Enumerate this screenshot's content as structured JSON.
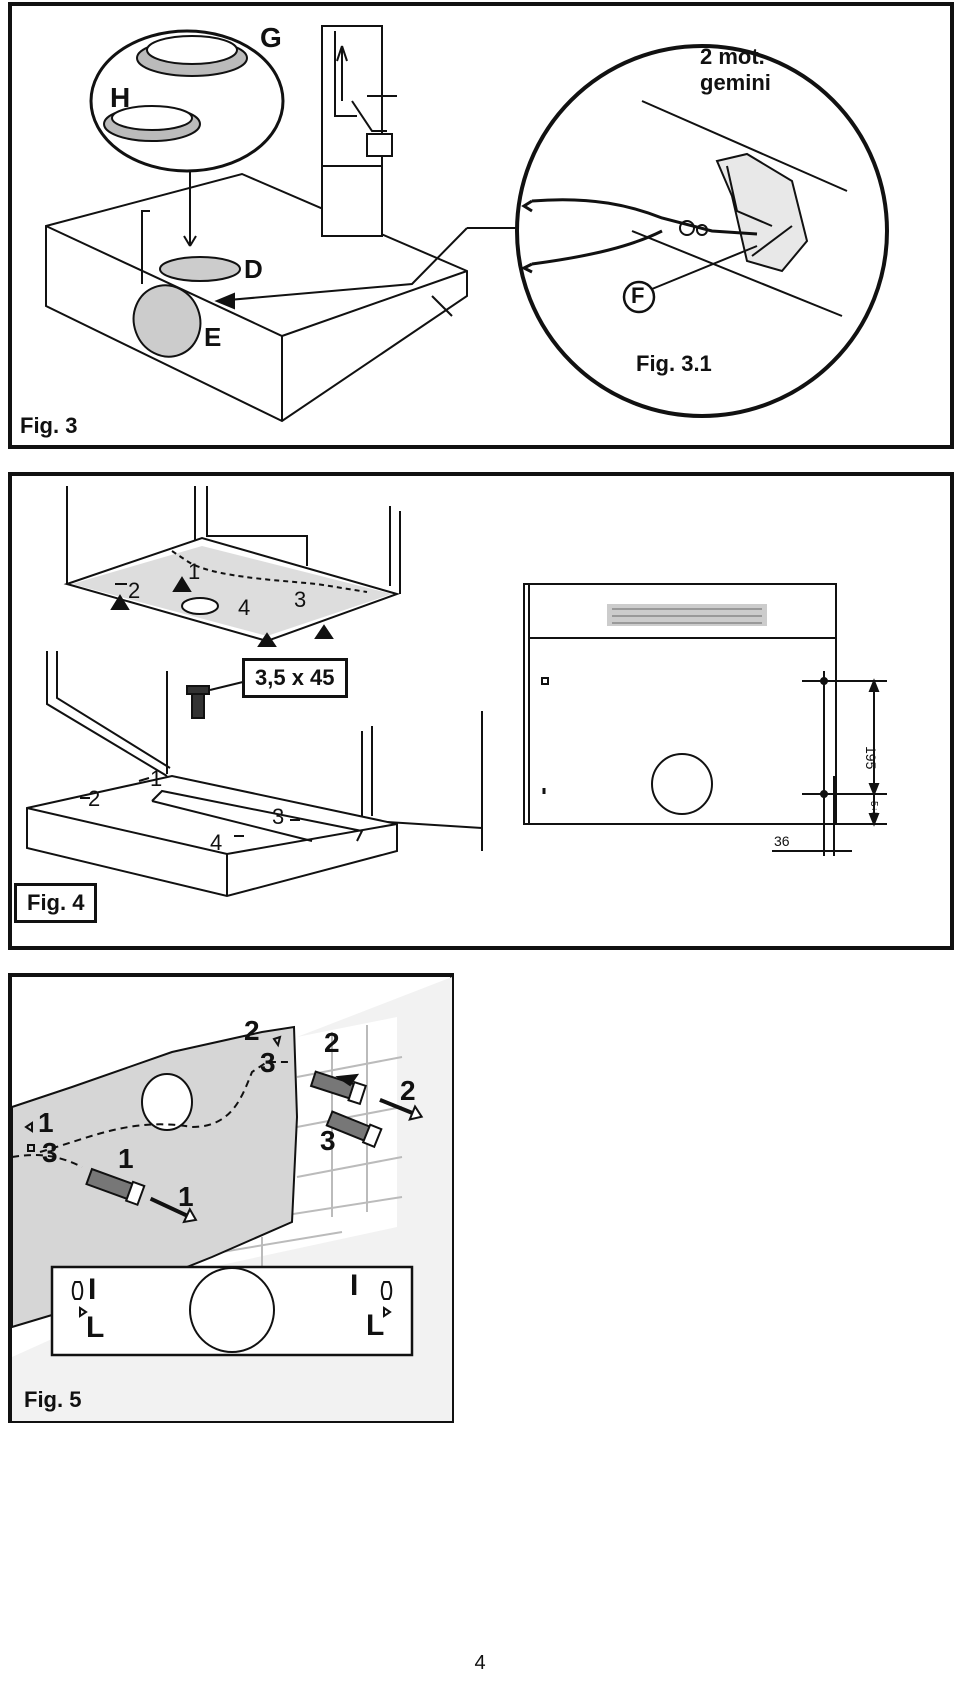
{
  "figures": {
    "fig3": {
      "caption": "Fig. 3",
      "parts": {
        "g": "G",
        "h": "H",
        "d": "D",
        "e": "E",
        "f": "F"
      },
      "inset_caption": "Fig. 3.1",
      "inset_note_line1": "2 mot.",
      "inset_note_line2": "gemini"
    },
    "fig4": {
      "caption": "Fig. 4",
      "screw_spec": "3,5 x 45",
      "top_markers": [
        "1",
        "2",
        "3",
        "4"
      ],
      "bottom_markers": [
        "1",
        "2",
        "3",
        "4"
      ],
      "dim_vertical_main": "195",
      "dim_vertical_small": "5÷5",
      "dim_horizontal": "36"
    },
    "fig5": {
      "caption": "Fig. 5",
      "numbers": {
        "n2a": "2",
        "n3a": "3",
        "n2b": "2",
        "n2c": "2",
        "n3b": "3",
        "n1a": "1",
        "n3c": "3",
        "n1b": "1",
        "n1c": "1"
      },
      "template_labels": {
        "i_left": "I",
        "l_left": "L",
        "i_right": "I",
        "l_right": "L"
      }
    }
  },
  "page_number": "4",
  "colors": {
    "line": "#111111",
    "shade": "#d6d6d6",
    "wall": "#cfcfcf"
  }
}
